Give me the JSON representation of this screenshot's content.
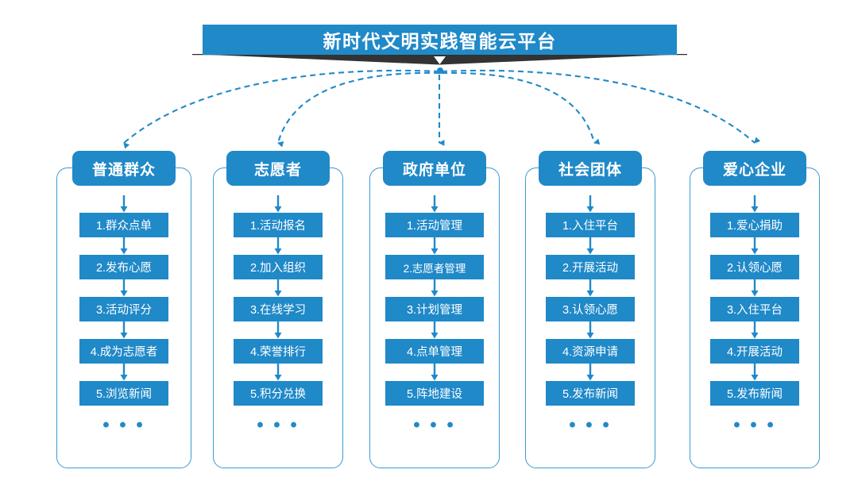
{
  "title": {
    "text": "新时代文明实践智能云平台"
  },
  "theme": {
    "primary": "#2089c8",
    "border": "#3b9ad4",
    "ribbon": "#333333",
    "background": "#ffffff",
    "text_on_primary": "#ffffff"
  },
  "ellipsis": "• • •",
  "columns": [
    {
      "header": "普通群众",
      "steps": [
        "1.群众点单",
        "2.发布心愿",
        "3.活动评分",
        "4.成为志愿者",
        "5.浏览新闻"
      ]
    },
    {
      "header": "志愿者",
      "steps": [
        "1.活动报名",
        "2.加入组织",
        "3.在线学习",
        "4.荣誉排行",
        "5.积分兑换"
      ]
    },
    {
      "header": "政府单位",
      "steps": [
        "1.活动管理",
        "2.志愿者管理",
        "3.计划管理",
        "4.点单管理",
        "5.阵地建设"
      ]
    },
    {
      "header": "社会团体",
      "steps": [
        "1.入住平台",
        "2.开展活动",
        "3.认领心愿",
        "4.资源申请",
        "5.发布新闻"
      ]
    },
    {
      "header": "爱心企业",
      "steps": [
        "1.爱心捐助",
        "2.认领心愿",
        "3.入住平台",
        "4.开展活动",
        "5.发布新闻"
      ]
    }
  ]
}
